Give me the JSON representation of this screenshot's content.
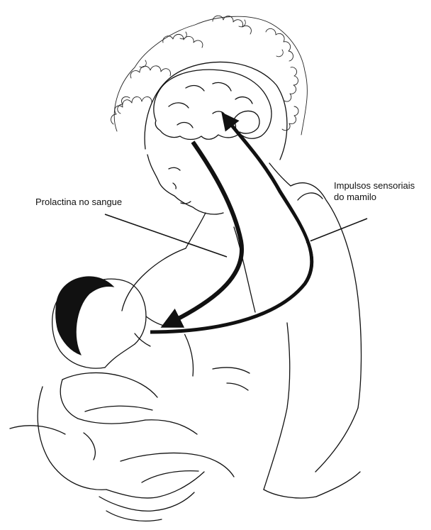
{
  "labels": {
    "prolactin": "Prolactina no sangue",
    "sensory_line1": "Impulsos sensoriais",
    "sensory_line2": "do mamilo"
  },
  "colors": {
    "ink": "#111111",
    "background": "#ffffff"
  }
}
